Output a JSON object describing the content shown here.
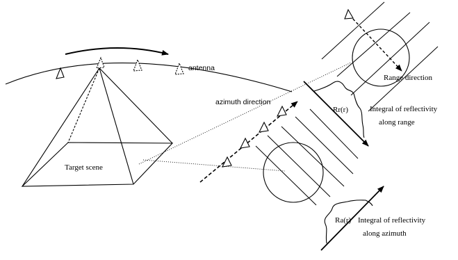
{
  "labels": {
    "antenna": "antenna",
    "azimuth_direction": "azimuth direction",
    "target_scene": "Target scene",
    "range_direction": "Range direction",
    "rr": "Rr(r)",
    "integral_range_1": "Integral  of  reflectivity",
    "integral_range_2": "along range",
    "ra": "Ra(r)",
    "integral_azimuth_1": "Integral  of  reflectivity",
    "integral_azimuth_2": "along azimuth"
  },
  "colors": {
    "line": "#000000",
    "background": "#ffffff"
  }
}
